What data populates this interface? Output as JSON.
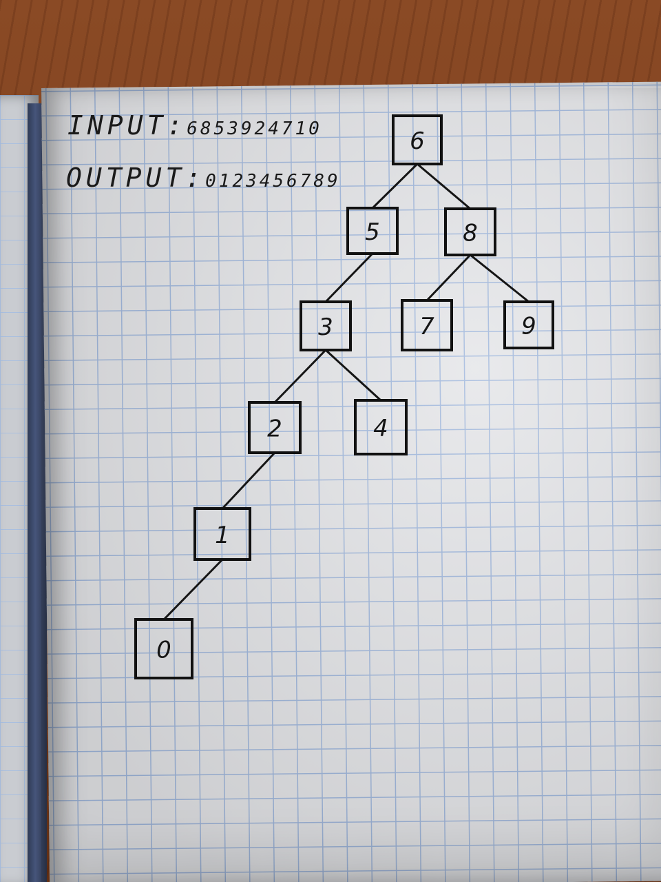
{
  "header": {
    "input_label": "INPUT:",
    "input_value": "6853924710",
    "output_label": "OUTPUT:",
    "output_value": "0123456789"
  },
  "tree": {
    "nodes": [
      {
        "id": "6",
        "label": "6"
      },
      {
        "id": "5",
        "label": "5"
      },
      {
        "id": "8",
        "label": "8"
      },
      {
        "id": "3",
        "label": "3"
      },
      {
        "id": "7",
        "label": "7"
      },
      {
        "id": "9",
        "label": "9"
      },
      {
        "id": "2",
        "label": "2"
      },
      {
        "id": "4",
        "label": "4"
      },
      {
        "id": "1",
        "label": "1"
      },
      {
        "id": "0",
        "label": "0"
      }
    ],
    "edges": [
      [
        "6",
        "5"
      ],
      [
        "6",
        "8"
      ],
      [
        "5",
        "3"
      ],
      [
        "8",
        "7"
      ],
      [
        "8",
        "9"
      ],
      [
        "3",
        "2"
      ],
      [
        "3",
        "4"
      ],
      [
        "2",
        "1"
      ],
      [
        "1",
        "0"
      ]
    ]
  }
}
